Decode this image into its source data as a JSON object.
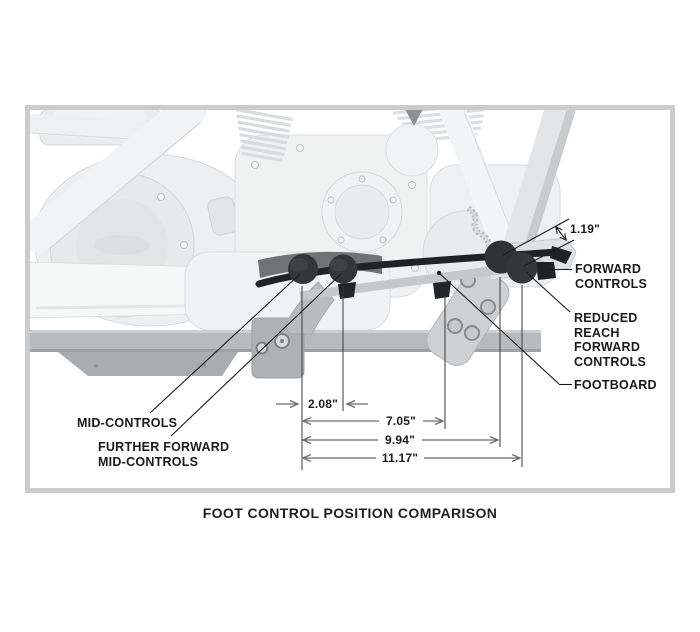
{
  "diagram": {
    "caption": "FOOT CONTROL POSITION COMPARISON",
    "callouts": {
      "mid_controls": "MID-CONTROLS",
      "further_forward_mid_controls": [
        "FURTHER FORWARD",
        "MID-CONTROLS"
      ],
      "forward_controls": [
        "FORWARD",
        "CONTROLS"
      ],
      "reduced_reach_forward_controls": [
        "REDUCED",
        "REACH",
        "FORWARD",
        "CONTROLS"
      ],
      "footboard": "FOOTBOARD"
    },
    "measurements": {
      "peg_height_offset": "1.19\"",
      "mid_to_further_forward": "2.08\"",
      "mid_to_footboard": "7.05\"",
      "mid_to_forward": "9.94\"",
      "mid_to_reduced_reach": "11.17\""
    },
    "colors": {
      "annotation_line": "#1a1a1a",
      "dimension_line": "#6e6e6e",
      "frame_border": "#c9cbcc",
      "footpeg": "#34373a",
      "linkage_bar": "#202325"
    }
  }
}
